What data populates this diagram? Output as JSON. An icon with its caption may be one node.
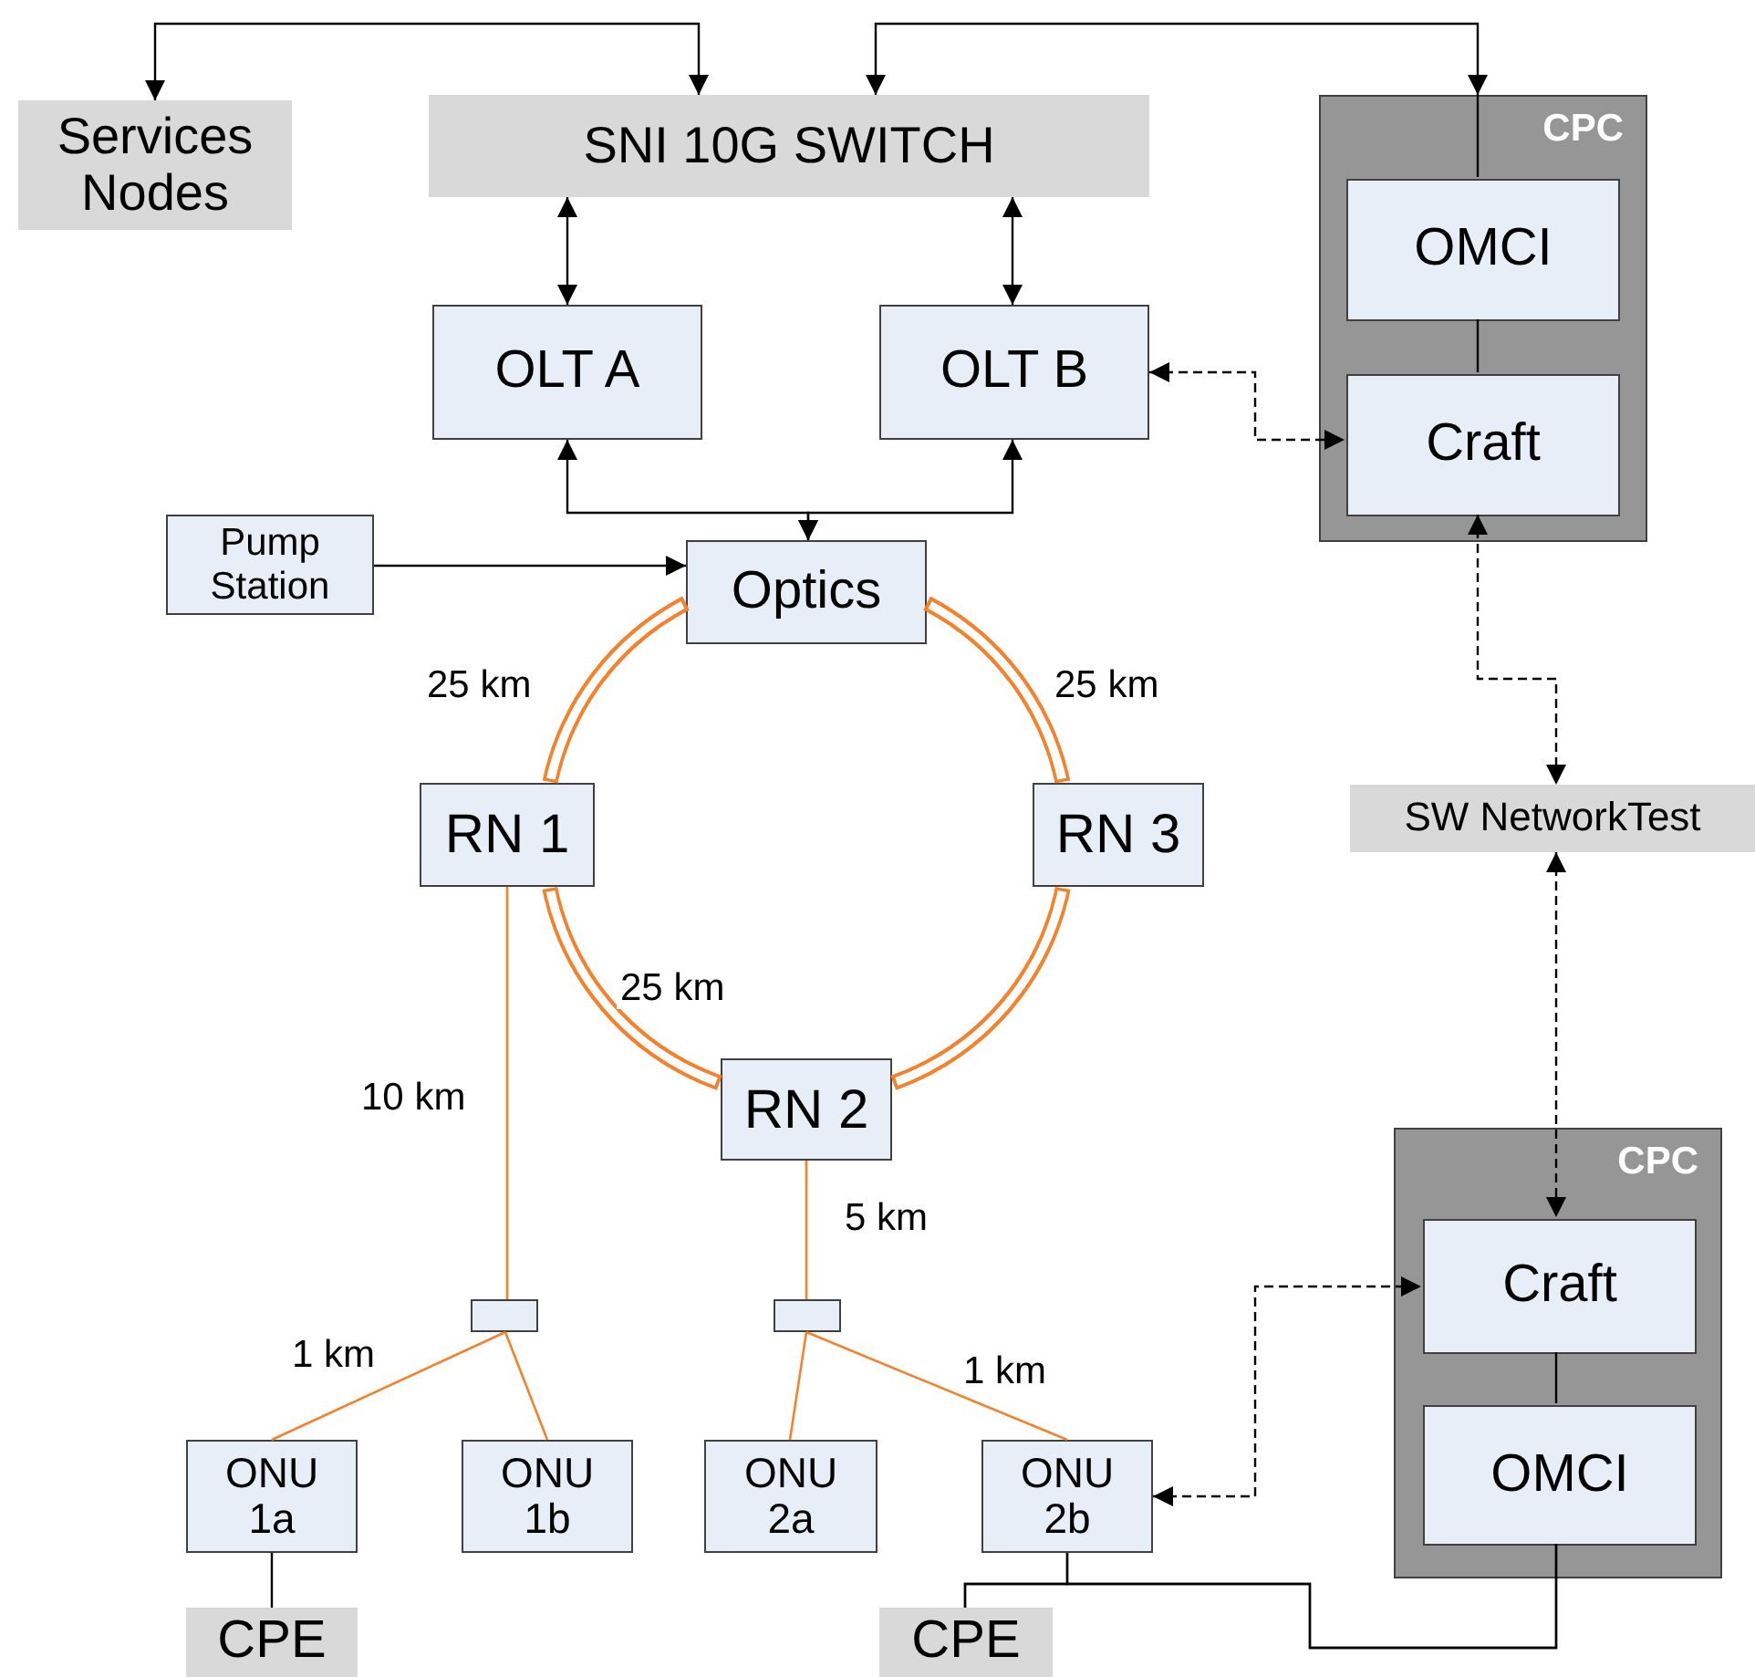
{
  "diagram": {
    "nodes": [
      {
        "text": [
          "Services Nodes"
        ]
      },
      {
        "text": [
          "SNI 10G SWITCH"
        ]
      },
      {
        "text": [
          "CPC"
        ]
      },
      {
        "text": [
          "OMCI"
        ],
        "in": 2
      },
      {
        "text": [
          "Craft"
        ],
        "in": 2
      },
      {
        "text": [
          "OLT A"
        ]
      },
      {
        "text": [
          "OLT B"
        ]
      },
      {
        "text": [
          "Pump Station"
        ]
      },
      {
        "text": [
          "Optics"
        ]
      },
      {
        "text": [
          "RN 1"
        ]
      },
      {
        "text": [
          "RN 3"
        ]
      },
      {
        "text": [
          "SW NetworkTest"
        ]
      },
      {
        "text": [
          "RN 2"
        ]
      },
      {
        "text": [],
        "shape": "box"
      },
      {
        "text": [],
        "shape": "box"
      },
      {
        "text": [
          "CPC"
        ]
      },
      {
        "text": [
          "Craft"
        ],
        "in": 15
      },
      {
        "text": [
          "OMCI"
        ],
        "in": 15
      },
      {
        "text": [
          "ONU 1a"
        ]
      },
      {
        "text": [
          "ONU 1b"
        ]
      },
      {
        "text": [
          "ONU 2a"
        ]
      },
      {
        "text": [
          "ONU 2b"
        ]
      },
      {
        "text": [
          "CPE"
        ]
      },
      {
        "text": [
          "CPE"
        ]
      }
    ],
    "edges": [
      {
        "from": 0,
        "to": 1,
        "arrow": "both"
      },
      {
        "from": 1,
        "to": 2,
        "arrow": "both"
      },
      {
        "from": 2,
        "to": 3,
        "arrow": "none"
      },
      {
        "from": 3,
        "to": 4,
        "arrow": "none"
      },
      {
        "from": 1,
        "to": 5,
        "arrow": "both"
      },
      {
        "from": 1,
        "to": 6,
        "arrow": "both"
      },
      {
        "from": 8,
        "to": 5,
        "arrow": "both"
      },
      {
        "from": 8,
        "to": 6,
        "arrow": "both"
      },
      {
        "from": 6,
        "to": 4,
        "arrow": "both",
        "style": "dashed"
      },
      {
        "from": 7,
        "to": 8,
        "arrow": "to"
      },
      {
        "from": 8,
        "to": 9,
        "arrow": "none",
        "label": "25 km",
        "style": "thick",
        "color": "#f5822a"
      },
      {
        "from": 8,
        "to": 10,
        "arrow": "none",
        "label": "25 km",
        "style": "thick",
        "color": "#f5822a"
      },
      {
        "from": 9,
        "to": 12,
        "arrow": "none",
        "label": "25 km",
        "style": "thick",
        "color": "#f5822a"
      },
      {
        "from": 12,
        "to": 10,
        "arrow": "none",
        "style": "thick",
        "color": "#f5822a"
      },
      {
        "from": 4,
        "to": 11,
        "arrow": "both",
        "style": "dashed"
      },
      {
        "from": 11,
        "to": 16,
        "arrow": "both",
        "style": "dashed"
      },
      {
        "from": 21,
        "to": 16,
        "arrow": "both",
        "style": "dashed"
      },
      {
        "from": 16,
        "to": 17,
        "arrow": "none"
      },
      {
        "from": 9,
        "to": 13,
        "arrow": "none",
        "label": "10 km",
        "color": "#f5822a"
      },
      {
        "from": 12,
        "to": 14,
        "arrow": "none",
        "label": "5 km",
        "color": "#f5822a"
      },
      {
        "from": 13,
        "to": 18,
        "arrow": "none",
        "label": "1 km",
        "color": "#f5822a"
      },
      {
        "from": 13,
        "to": 19,
        "arrow": "none",
        "color": "#f5822a"
      },
      {
        "from": 14,
        "to": 20,
        "arrow": "none",
        "color": "#f5822a"
      },
      {
        "from": 14,
        "to": 21,
        "arrow": "none",
        "label": "1 km",
        "color": "#f5822a"
      },
      {
        "from": 18,
        "to": 22,
        "arrow": "none"
      },
      {
        "from": 21,
        "to": 23,
        "arrow": "none"
      },
      {
        "from": 17,
        "to": 23,
        "arrow": "none"
      },
      {
        "from": 17,
        "to": 21,
        "arrow": "none"
      }
    ]
  }
}
